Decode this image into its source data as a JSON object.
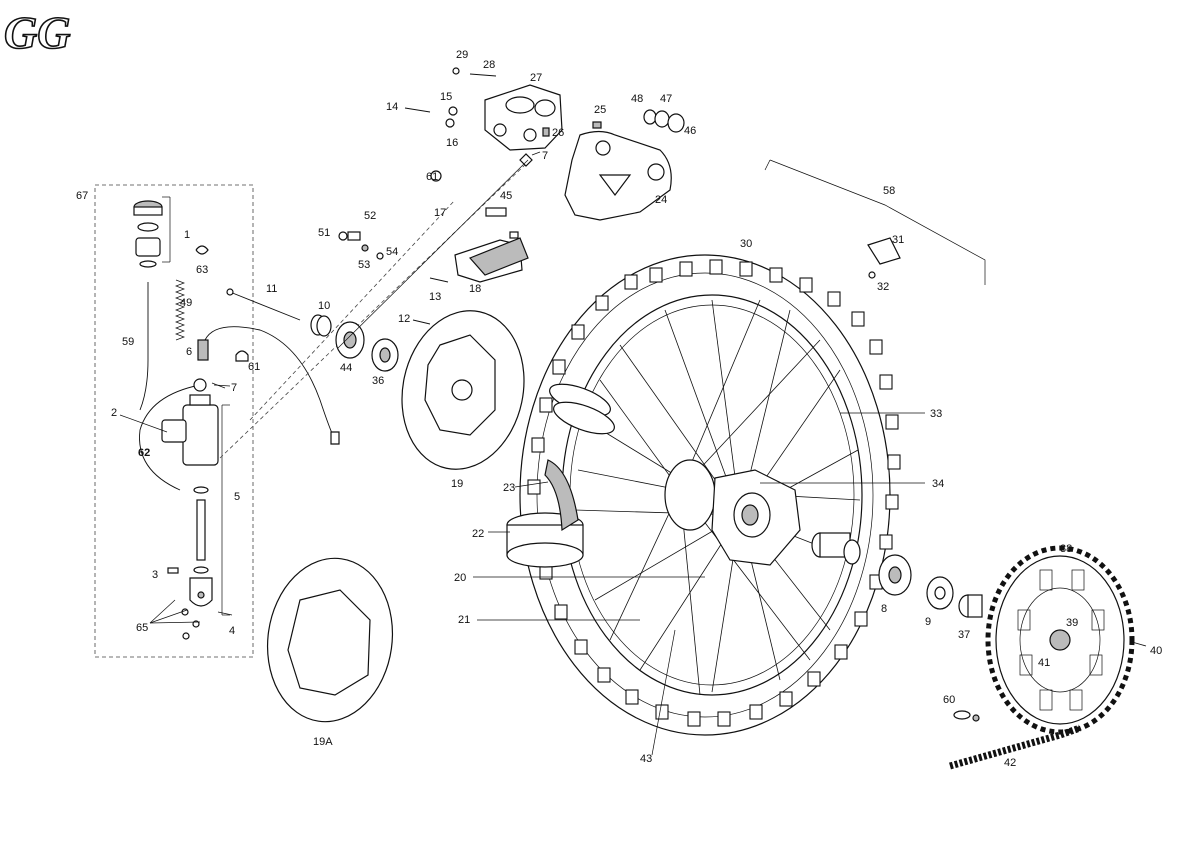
{
  "logo": {
    "text": "GG"
  },
  "callouts": {
    "n1": "1",
    "n2": "2",
    "n3": "3",
    "n4": "4",
    "n5": "5",
    "n6": "6",
    "n7": "7",
    "n8": "8",
    "n9": "9",
    "n10": "10",
    "n11": "11",
    "n12": "12",
    "n13": "13",
    "n14": "14",
    "n15": "15",
    "n16": "16",
    "n17": "17",
    "n18": "18",
    "n19": "19",
    "n19a": "19A",
    "n20": "20",
    "n21": "21",
    "n22": "22",
    "n23": "23",
    "n24": "24",
    "n25": "25",
    "n26": "26",
    "n27": "27",
    "n28": "28",
    "n29": "29",
    "n30": "30",
    "n31": "31",
    "n32": "32",
    "n33": "33",
    "n34": "34",
    "n36": "36",
    "n37": "37",
    "n38": "38",
    "n39": "39",
    "n40": "40",
    "n41": "41",
    "n42": "42",
    "n43": "43",
    "n44": "44",
    "n45": "45",
    "n46": "46",
    "n47": "47",
    "n48": "48",
    "n49": "49",
    "n51": "51",
    "n52": "52",
    "n53": "53",
    "n54": "54",
    "n58": "58",
    "n59": "59",
    "n60": "60",
    "n61": "61",
    "n62": "62",
    "n63": "63",
    "n65": "65",
    "n67": "67"
  }
}
